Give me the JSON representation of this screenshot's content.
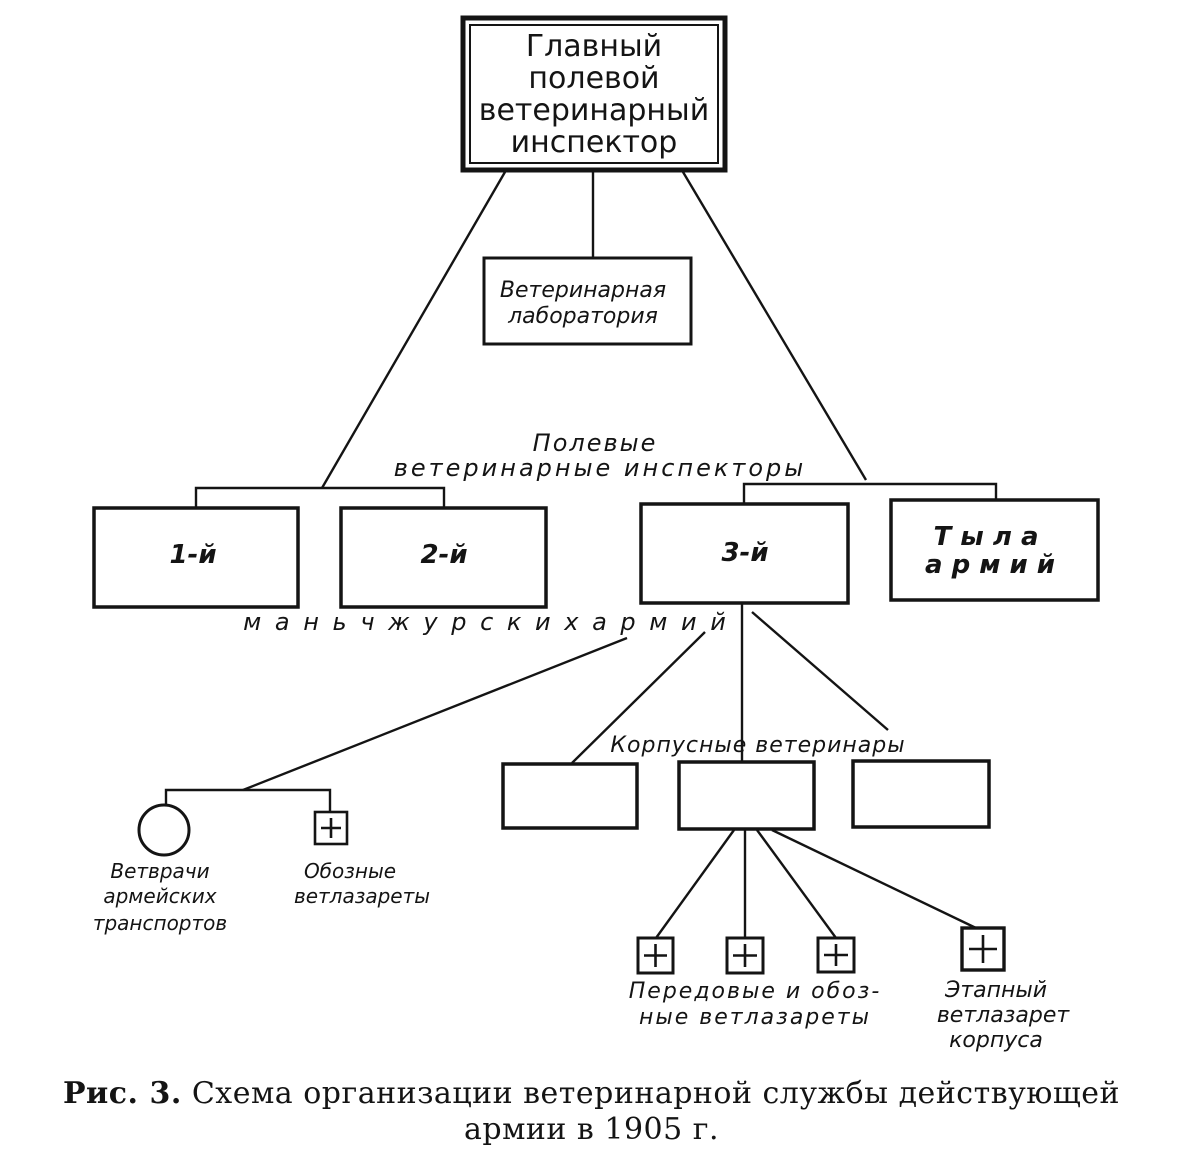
{
  "top_box": {
    "lines": [
      "Главный",
      "полевой",
      "ветеринарный",
      "инспектор"
    ]
  },
  "lab_box": {
    "lines": [
      "Ветеринарная",
      "лаборатория"
    ]
  },
  "field_inspectors_label": [
    "Полевые",
    "ветеринарные  инспекторы"
  ],
  "army_boxes": {
    "first": "1-й",
    "second": "2-й",
    "third": "3-й",
    "rear": [
      "Т ы л а",
      "а р м и й"
    ]
  },
  "manchurian_label": "м а н ь  ч ж у р с к и х    а р м и й",
  "corps_label": "Корпусные  ветеринары",
  "transport_vets_label": [
    "Ветврачи",
    "армейских",
    "транспортов"
  ],
  "wagon_infirmaries_label": [
    "Обозные",
    "ветлазареты"
  ],
  "forward_infirmaries_label": [
    "Передовые и обоз-",
    "ные  ветлазареты"
  ],
  "stage_infirmary_label": [
    "Этапный",
    "ветлазарет",
    "корпуса"
  ],
  "caption": {
    "prefix": "Рис. 3.",
    "line1": "Схема  организации  ветеринарной  службы  действующей",
    "line2": "армии в 1905 г."
  }
}
